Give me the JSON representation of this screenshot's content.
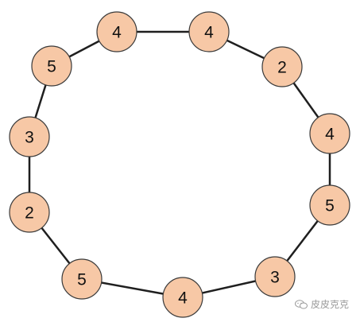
{
  "nodes": [
    {
      "id": "n1",
      "value": "4"
    },
    {
      "id": "n2",
      "value": "4"
    },
    {
      "id": "n3",
      "value": "2"
    },
    {
      "id": "n4",
      "value": "4"
    },
    {
      "id": "n5",
      "value": "5"
    },
    {
      "id": "n6",
      "value": "3"
    },
    {
      "id": "n7",
      "value": "4"
    },
    {
      "id": "n8",
      "value": "5"
    },
    {
      "id": "n9",
      "value": "2"
    },
    {
      "id": "n10",
      "value": "3"
    },
    {
      "id": "n11",
      "value": "5"
    }
  ],
  "edges": [
    [
      "n1",
      "n2"
    ],
    [
      "n2",
      "n3"
    ],
    [
      "n3",
      "n4"
    ],
    [
      "n4",
      "n5"
    ],
    [
      "n5",
      "n6"
    ],
    [
      "n6",
      "n7"
    ],
    [
      "n7",
      "n8"
    ],
    [
      "n8",
      "n9"
    ],
    [
      "n9",
      "n10"
    ],
    [
      "n10",
      "n11"
    ],
    [
      "n11",
      "n1"
    ]
  ],
  "colors": {
    "node_fill": "#f7c8a6",
    "node_stroke": "#3a3a3a",
    "edge": "#1f1f1f"
  },
  "watermark": {
    "icon": "wechat-icon",
    "text": "皮皮克克"
  }
}
